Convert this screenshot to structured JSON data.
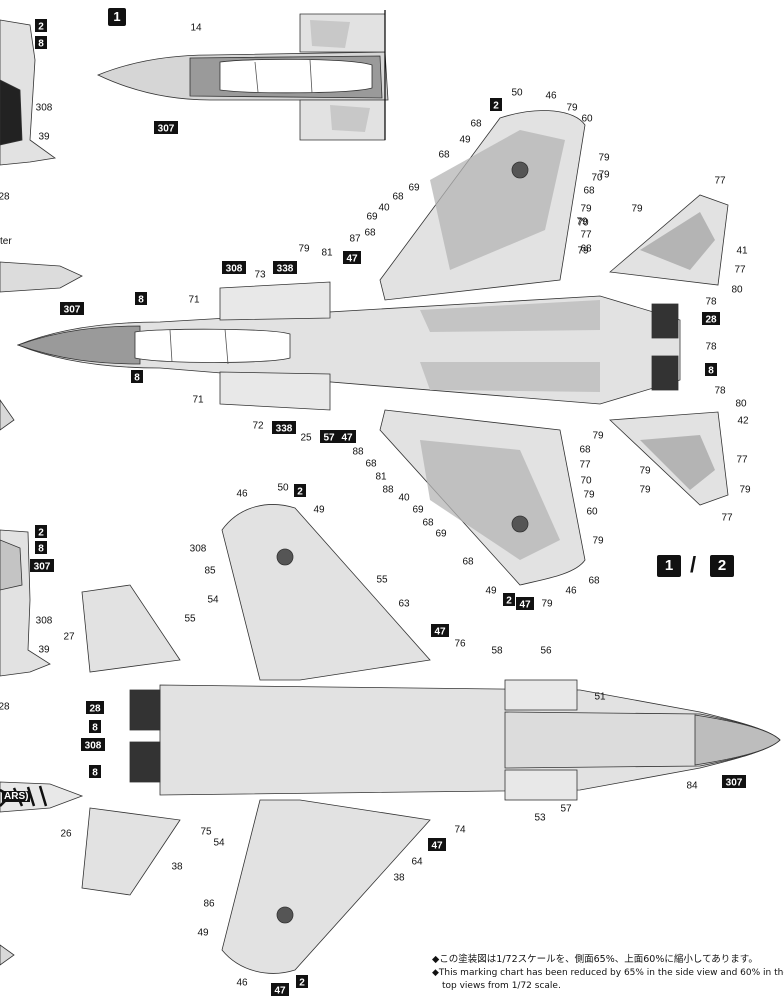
{
  "sheet": {
    "view_label_top": "1",
    "view_label_pair_a": "1",
    "view_label_pair_sep": "/",
    "view_label_pair_b": "2",
    "left_text_fragment": "ter",
    "tank_text_fragment": "ARS)",
    "roundel_color": "#555555",
    "camo_light": "#e2e2e2",
    "camo_mid": "#cfcfcf",
    "camo_dark": "#b4b4b4",
    "box_color": "#111111"
  },
  "notes": {
    "line1": "◆この塗装図は1/72スケールを、側面65%、上面60%に縮小してあります。",
    "line2": "◆This marking chart has been reduced by 65% in the side view and 60% in the",
    "line3": "top views from 1/72 scale."
  },
  "callouts_top": [
    {
      "t": "14"
    },
    {
      "t": "307",
      "boxed": true
    },
    {
      "t": "50"
    },
    {
      "t": "2",
      "boxed": true
    },
    {
      "t": "46"
    },
    {
      "t": "79"
    },
    {
      "t": "60"
    },
    {
      "t": "68"
    },
    {
      "t": "49"
    },
    {
      "t": "68"
    },
    {
      "t": "79"
    },
    {
      "t": "79"
    },
    {
      "t": "70"
    },
    {
      "t": "68"
    },
    {
      "t": "79"
    },
    {
      "t": "69"
    },
    {
      "t": "68"
    },
    {
      "t": "40"
    },
    {
      "t": "69"
    },
    {
      "t": "79"
    },
    {
      "t": "70"
    },
    {
      "t": "77"
    },
    {
      "t": "68"
    },
    {
      "t": "79"
    },
    {
      "t": "68"
    },
    {
      "t": "87"
    },
    {
      "t": "79"
    },
    {
      "t": "81"
    },
    {
      "t": "47",
      "boxed": true
    },
    {
      "t": "308",
      "boxed": true
    },
    {
      "t": "73"
    },
    {
      "t": "338",
      "boxed": true
    },
    {
      "t": "77"
    },
    {
      "t": "79"
    },
    {
      "t": "41"
    },
    {
      "t": "77"
    },
    {
      "t": "80"
    },
    {
      "t": "78"
    },
    {
      "t": "28",
      "boxed": true
    },
    {
      "t": "307",
      "boxed": true
    },
    {
      "t": "8",
      "boxed": true
    },
    {
      "t": "71"
    },
    {
      "t": "78"
    },
    {
      "t": "8",
      "boxed": true
    },
    {
      "t": "8",
      "boxed": true
    },
    {
      "t": "71"
    },
    {
      "t": "78"
    },
    {
      "t": "80"
    },
    {
      "t": "42"
    },
    {
      "t": "72"
    },
    {
      "t": "338",
      "boxed": true
    },
    {
      "t": "25"
    },
    {
      "t": "57",
      "boxed": true
    },
    {
      "t": "47",
      "boxed": true
    },
    {
      "t": "88"
    },
    {
      "t": "68"
    },
    {
      "t": "81"
    },
    {
      "t": "88"
    },
    {
      "t": "40"
    },
    {
      "t": "69"
    },
    {
      "t": "68"
    },
    {
      "t": "69"
    },
    {
      "t": "79"
    },
    {
      "t": "68"
    },
    {
      "t": "77"
    },
    {
      "t": "70"
    },
    {
      "t": "79"
    },
    {
      "t": "60"
    },
    {
      "t": "79"
    },
    {
      "t": "77"
    },
    {
      "t": "79"
    },
    {
      "t": "77"
    },
    {
      "t": "79"
    },
    {
      "t": "79"
    },
    {
      "t": "68"
    },
    {
      "t": "49"
    },
    {
      "t": "2",
      "boxed": true
    },
    {
      "t": "47",
      "boxed": true
    },
    {
      "t": "79"
    },
    {
      "t": "46"
    },
    {
      "t": "68"
    }
  ],
  "callouts_bottom": [
    {
      "t": "46"
    },
    {
      "t": "50"
    },
    {
      "t": "2",
      "boxed": true
    },
    {
      "t": "49"
    },
    {
      "t": "308"
    },
    {
      "t": "85"
    },
    {
      "t": "54"
    },
    {
      "t": "55"
    },
    {
      "t": "63"
    },
    {
      "t": "55"
    },
    {
      "t": "27"
    },
    {
      "t": "47",
      "boxed": true
    },
    {
      "t": "76"
    },
    {
      "t": "58"
    },
    {
      "t": "56"
    },
    {
      "t": "28",
      "boxed": true
    },
    {
      "t": "51"
    },
    {
      "t": "8",
      "boxed": true
    },
    {
      "t": "308",
      "boxed": true
    },
    {
      "t": "8",
      "boxed": true
    },
    {
      "t": "84"
    },
    {
      "t": "307",
      "boxed": true
    },
    {
      "t": "53"
    },
    {
      "t": "57"
    },
    {
      "t": "26"
    },
    {
      "t": "75"
    },
    {
      "t": "54"
    },
    {
      "t": "74"
    },
    {
      "t": "47",
      "boxed": true
    },
    {
      "t": "64"
    },
    {
      "t": "38"
    },
    {
      "t": "38"
    },
    {
      "t": "86"
    },
    {
      "t": "49"
    },
    {
      "t": "46"
    },
    {
      "t": "47",
      "boxed": true
    },
    {
      "t": "2",
      "boxed": true
    }
  ],
  "callouts_left": [
    {
      "t": "2",
      "boxed": true
    },
    {
      "t": "8",
      "boxed": true
    },
    {
      "t": "308"
    },
    {
      "t": "39"
    },
    {
      "t": "28"
    },
    {
      "t": "2",
      "boxed": true
    },
    {
      "t": "8",
      "boxed": true
    },
    {
      "t": "307",
      "boxed": true
    },
    {
      "t": "308"
    },
    {
      "t": "39"
    },
    {
      "t": "28"
    }
  ]
}
